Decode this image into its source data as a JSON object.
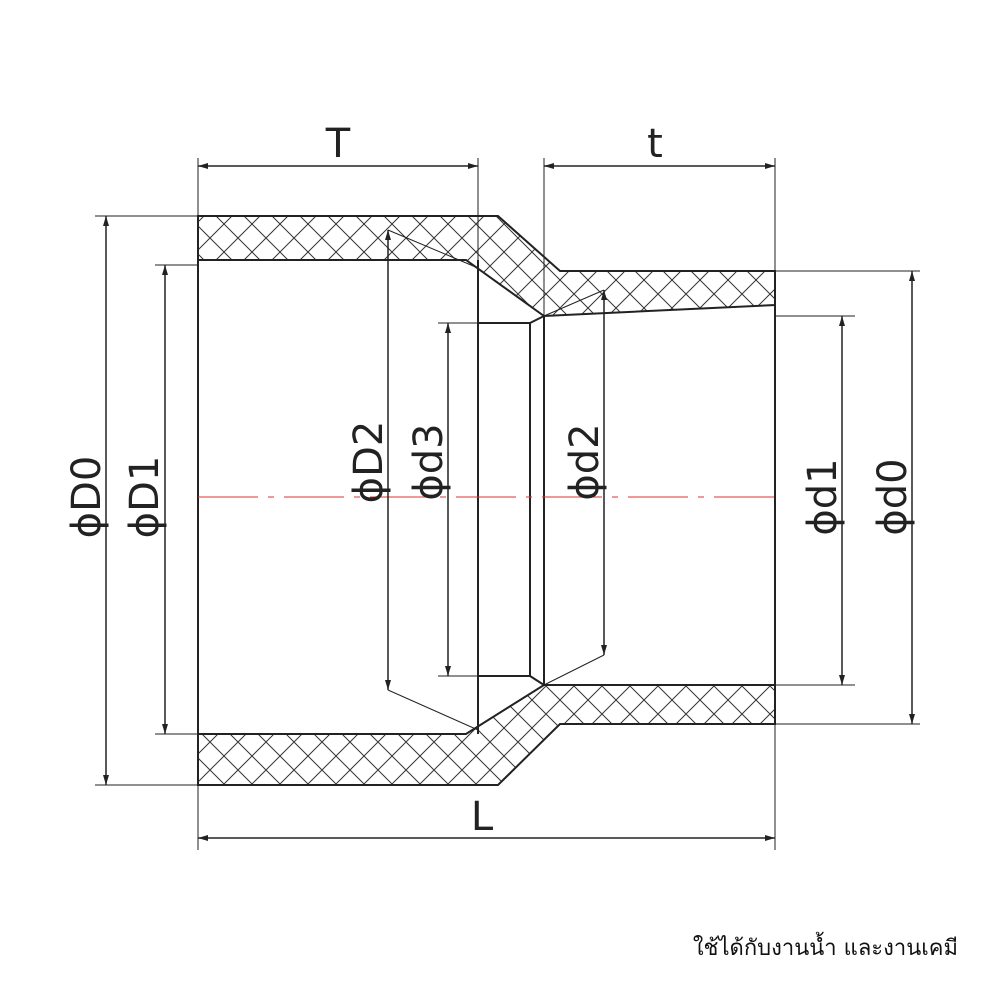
{
  "labels": {
    "T": "T",
    "t": "t",
    "L": "L",
    "D0": "ϕD0",
    "D1": "ϕD1",
    "D2": "ϕD2",
    "d3": "ϕd3",
    "d2": "ϕd2",
    "d1": "ϕd1",
    "d0": "ϕd0"
  },
  "note": "ใช้ได้กับงานน้ำ และงานเคมี",
  "colors": {
    "line": "#222222",
    "centerline": "#e0302a",
    "hatch": "#333333"
  }
}
